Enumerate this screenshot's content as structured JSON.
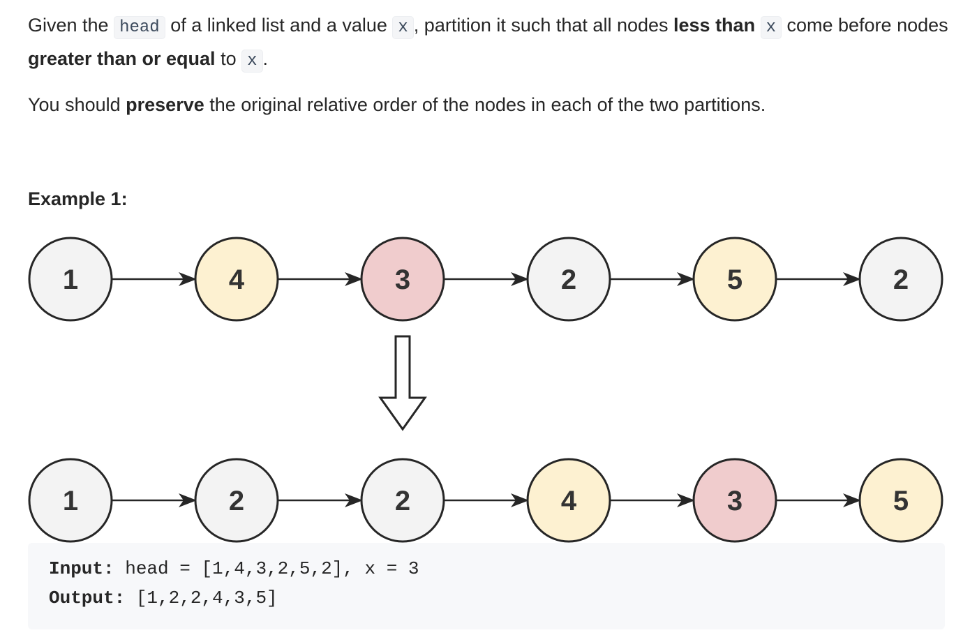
{
  "problem": {
    "p1": {
      "t1": "Given the ",
      "c1": "head",
      "t2": " of a linked list and a value ",
      "c2": "x",
      "t3": ", partition it such that all nodes ",
      "b1": "less than",
      "t4": " ",
      "c3": "x",
      "t5": " come before nodes ",
      "b2": "greater than or equal",
      "t6": " to ",
      "c4": "x",
      "t7": "."
    },
    "p2": {
      "t1": "You should ",
      "b1": "preserve",
      "t2": " the original relative order of the nodes in each of the two partitions."
    }
  },
  "example": {
    "title": "Example 1:",
    "input_label": "Input:",
    "input_value": " head = [1,4,3,2,5,2], x = 3",
    "output_label": "Output:",
    "output_value": " [1,2,2,4,3,5]"
  },
  "diagram": {
    "colors": {
      "less": "#f3f3f3",
      "pivot": "#f0cccd",
      "greater": "#fdf1d1",
      "stroke": "#262626"
    },
    "top_list": [
      {
        "label": "1",
        "kind": "less"
      },
      {
        "label": "4",
        "kind": "greater"
      },
      {
        "label": "3",
        "kind": "pivot"
      },
      {
        "label": "2",
        "kind": "less"
      },
      {
        "label": "5",
        "kind": "greater"
      },
      {
        "label": "2",
        "kind": "less"
      }
    ],
    "bottom_list": [
      {
        "label": "1",
        "kind": "less"
      },
      {
        "label": "2",
        "kind": "less"
      },
      {
        "label": "2",
        "kind": "less"
      },
      {
        "label": "4",
        "kind": "greater"
      },
      {
        "label": "3",
        "kind": "pivot"
      },
      {
        "label": "5",
        "kind": "greater"
      }
    ]
  }
}
